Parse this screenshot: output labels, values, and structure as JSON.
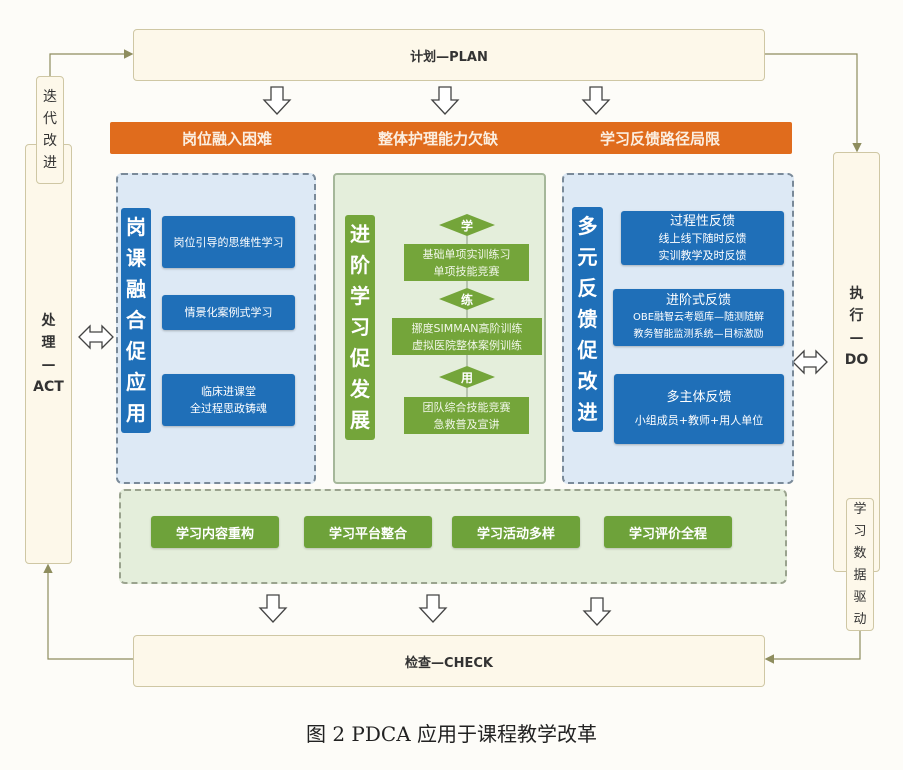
{
  "plan": {
    "label": "计划—PLAN"
  },
  "do": {
    "line1": "执",
    "line2": "行",
    "line3": "—",
    "line4": "DO"
  },
  "check": {
    "label": "检查—CHECK"
  },
  "act": {
    "line1": "处",
    "line2": "理",
    "line3": "—",
    "line4": "ACT"
  },
  "iterate": {
    "chars": [
      "迭",
      "代",
      "改",
      "进"
    ]
  },
  "data_driven": {
    "chars": [
      "学",
      "习",
      "数",
      "据",
      "驱",
      "动"
    ]
  },
  "problems": [
    "岗位融入困难",
    "整体护理能力欠缺",
    "学习反馈路径局限"
  ],
  "left_panel": {
    "title_chars": [
      "岗",
      "课",
      "融",
      "合",
      "促",
      "应",
      "用"
    ],
    "items": [
      {
        "lines": [
          "岗位引导的思维性学习"
        ]
      },
      {
        "lines": [
          "情景化案例式学习"
        ]
      },
      {
        "lines": [
          "临床进课堂",
          "全过程思政铸魂"
        ]
      }
    ]
  },
  "middle_panel": {
    "title_chars": [
      "进",
      "阶",
      "学",
      "习",
      "促",
      "发",
      "展"
    ],
    "stages": [
      {
        "tag": "学",
        "lines": [
          "基础单项实训练习",
          "单项技能竞赛"
        ]
      },
      {
        "tag": "练",
        "lines": [
          "挪度SIMMAN高阶训练",
          "虚拟医院整体案例训练"
        ]
      },
      {
        "tag": "用",
        "lines": [
          "团队综合技能竞赛",
          "急救普及宣讲"
        ]
      }
    ]
  },
  "right_panel": {
    "title_chars": [
      "多",
      "元",
      "反",
      "馈",
      "促",
      "改",
      "进"
    ],
    "items": [
      {
        "title": "过程性反馈",
        "lines": [
          "线上线下随时反馈",
          "实训教学及时反馈"
        ]
      },
      {
        "title": "进阶式反馈",
        "lines": [
          "OBE融智云考题库—随测随解",
          "教务智能监测系统—目标激励"
        ]
      },
      {
        "title": "多主体反馈",
        "lines": [
          "小组成员+教师+用人单位"
        ]
      }
    ]
  },
  "bottom_actions": [
    "学习内容重构",
    "学习平台整合",
    "学习活动多样",
    "学习评价全程"
  ],
  "caption": "图 2 PDCA 应用于课程教学改革",
  "colors": {
    "orange": "#e06c1d",
    "blue": "#1f6fb8",
    "green": "#74a53a",
    "cream": "#fdf8ea",
    "connector": "#8e8d5e"
  }
}
